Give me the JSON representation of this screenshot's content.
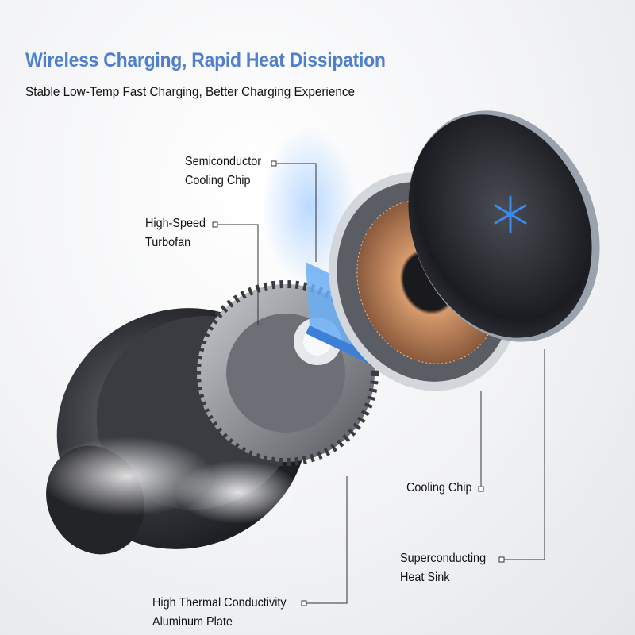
{
  "header": {
    "title": "Wireless Charging, Rapid Heat Dissipation",
    "subtitle": "Stable Low-Temp Fast Charging, Better Charging Experience"
  },
  "callouts": [
    {
      "line1": "Semiconductor",
      "line2": "Cooling Chip"
    },
    {
      "line1": "High-Speed",
      "line2": "Turbofan"
    },
    {
      "line1": "Cooling Chip"
    },
    {
      "line1": "Superconducting",
      "line2": "Heat Sink"
    },
    {
      "line1": "High Thermal Conductivity",
      "line2": "Aluminum Plate"
    }
  ],
  "colors": {
    "accent": "#4f7fcd",
    "chip_blue": "#5aa0f0",
    "coil": "#c98a5e"
  }
}
